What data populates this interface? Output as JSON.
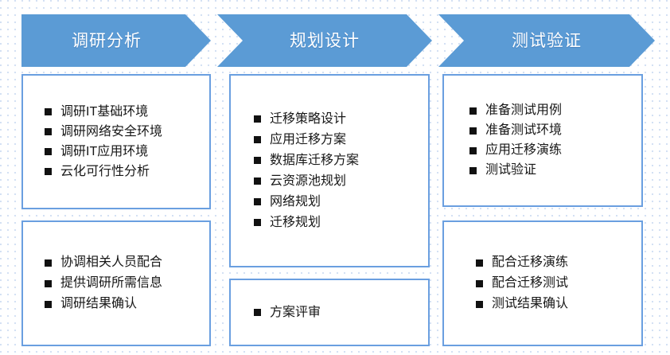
{
  "theme": {
    "accent_blue": "#5B9BD5",
    "card_border": "#6A9FE0",
    "bullet_color": "#111111",
    "text_color": "#171717",
    "background": "#FFFFFF"
  },
  "columns": [
    {
      "id": "research-analysis",
      "header": "调研分析",
      "cards": [
        {
          "id": "research-analysis-tasks",
          "items": [
            "调研IT基础环境",
            "调研网络安全环境",
            "调研IT应用环境",
            "云化可行性分析"
          ]
        },
        {
          "id": "research-analysis-support",
          "items": [
            "协调相关人员配合",
            "提供调研所需信息",
            "调研结果确认"
          ]
        }
      ]
    },
    {
      "id": "planning-design",
      "header": "规划设计",
      "cards": [
        {
          "id": "planning-design-tasks",
          "items": [
            "迁移策略设计",
            "应用迁移方案",
            "数据库迁移方案",
            "云资源池规划",
            "网络规划",
            "迁移规划"
          ]
        },
        {
          "id": "planning-design-review",
          "items": [
            "方案评审"
          ]
        }
      ]
    },
    {
      "id": "test-verification",
      "header": "测试验证",
      "cards": [
        {
          "id": "test-verification-tasks",
          "items": [
            "准备测试用例",
            "准备测试环境",
            "应用迁移演练",
            "测试验证"
          ]
        },
        {
          "id": "test-verification-support",
          "items": [
            "配合迁移演练",
            "配合迁移测试",
            "测试结果确认"
          ]
        }
      ]
    }
  ]
}
